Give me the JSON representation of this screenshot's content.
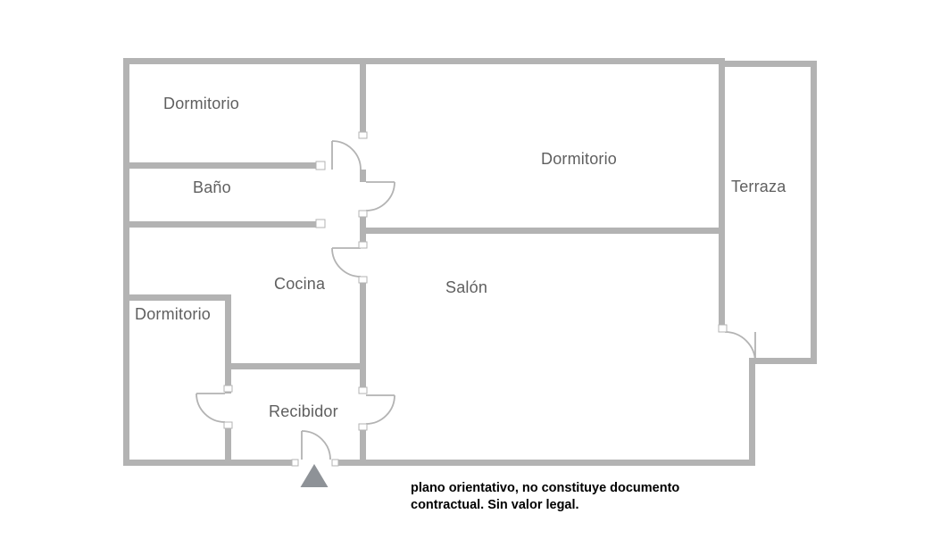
{
  "floorplan": {
    "rooms": [
      {
        "id": "dormitorio-top-left",
        "label": "Dormitorio"
      },
      {
        "id": "bano",
        "label": "Baño"
      },
      {
        "id": "dormitorio-main",
        "label": "Dormitorio"
      },
      {
        "id": "terraza",
        "label": "Terraza"
      },
      {
        "id": "cocina",
        "label": "Cocina"
      },
      {
        "id": "salon",
        "label": "Salón"
      },
      {
        "id": "dormitorio-left",
        "label": "Dormitorio"
      },
      {
        "id": "recibidor",
        "label": "Recibidor"
      }
    ],
    "disclaimer": {
      "line1": "plano orientativo, no constituye documento",
      "line2": "contractual. Sin valor legal."
    },
    "icons": {
      "entrance_marker": "triangle-up"
    },
    "colors": {
      "wall": "#b3b3b3",
      "label_text": "#5f5f5f",
      "disclaimer_text": "#000000",
      "entrance_marker": "#8e9297",
      "background": "#ffffff"
    }
  }
}
